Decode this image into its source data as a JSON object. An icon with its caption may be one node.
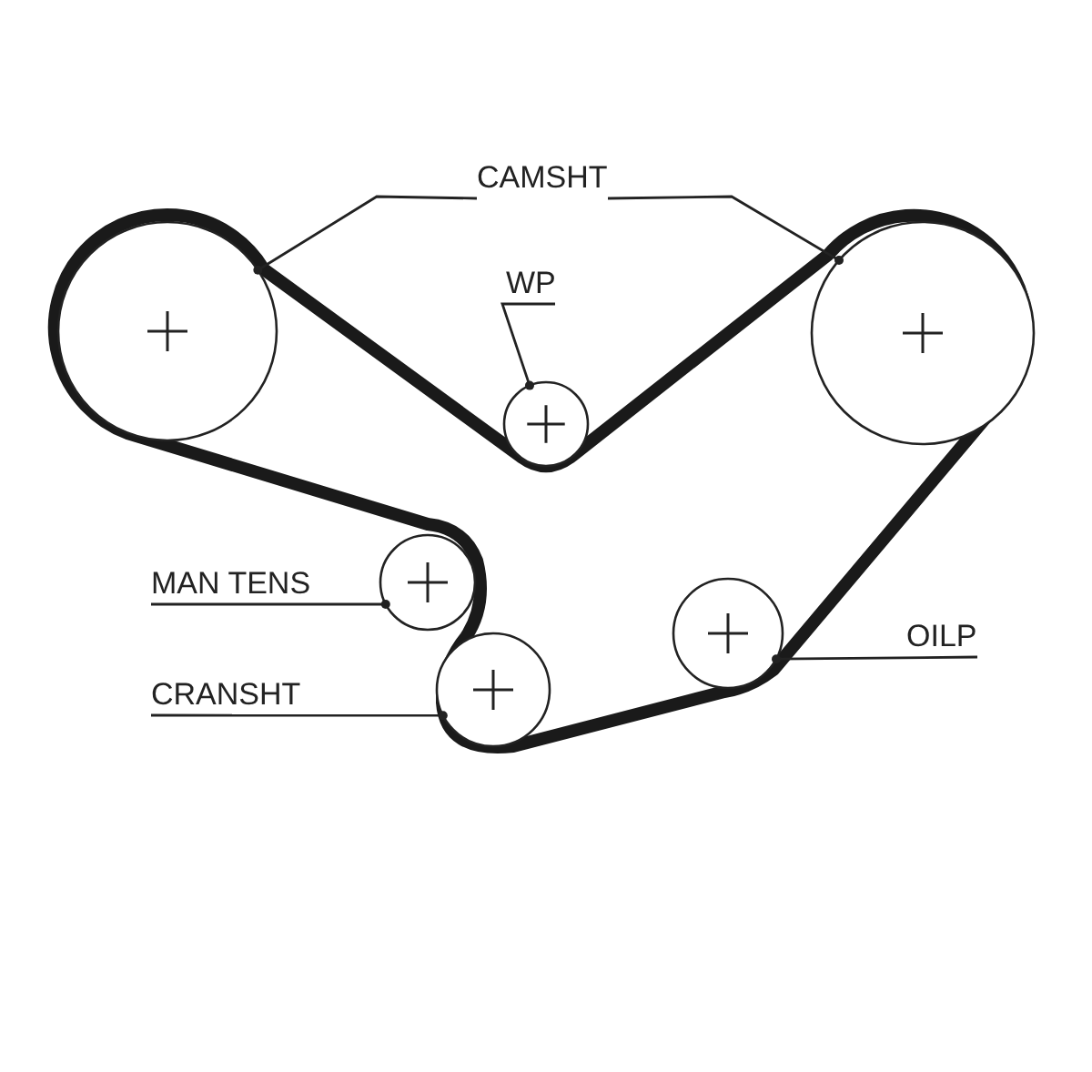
{
  "diagram": {
    "nodes": [
      {
        "text": [
          "CAMSHT"
        ]
      },
      {
        "text": [],
        "shape": "circle"
      },
      {
        "text": [],
        "shape": "circle"
      },
      {
        "text": [
          "WP"
        ]
      },
      {
        "text": [],
        "shape": "circle"
      },
      {
        "text": [
          "MAN TENS"
        ]
      },
      {
        "text": [],
        "shape": "circle"
      },
      {
        "text": [
          "CRANSHT"
        ]
      },
      {
        "text": [],
        "shape": "circle"
      },
      {
        "text": [
          "OILP"
        ]
      },
      {
        "text": [],
        "shape": "circle"
      }
    ],
    "edges": [
      {
        "from": 0,
        "to": 1,
        "arrow": "other"
      },
      {
        "from": 0,
        "to": 2,
        "arrow": "other"
      },
      {
        "from": 3,
        "to": 4,
        "arrow": "other"
      },
      {
        "from": 5,
        "to": 6,
        "arrow": "other"
      },
      {
        "from": 7,
        "to": 8,
        "arrow": "other"
      },
      {
        "from": 9,
        "to": 10,
        "arrow": "other"
      }
    ]
  }
}
